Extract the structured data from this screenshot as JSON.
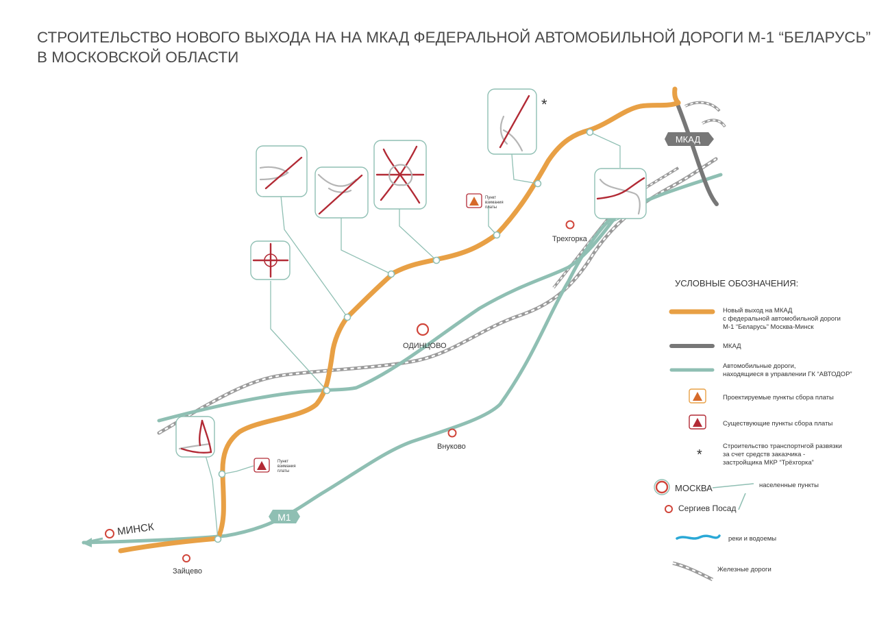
{
  "title": {
    "line1": "СТРОИТЕЛЬСТВО НОВОГО ВЫХОДА НА НА МКАД ФЕДЕРАЛЬНОЙ АВТОМОБИЛЬНОЙ ДОРОГИ М-1 “БЕЛАРУСЬ”",
    "line2": "В МОСКОВСКОЙ ОБЛАСТИ"
  },
  "colors": {
    "new_exit": "#e8a045",
    "mkad": "#777777",
    "autodor": "#8fbfb3",
    "rail": "#9a9a9a",
    "interchange": "#b22a35",
    "river": "#2aa8d6",
    "city_ring": "#d0453a"
  },
  "map": {
    "shield_m1": "M1",
    "shield_mkad": "МКАД",
    "asterisk": "*",
    "places": {
      "minsk": "МИНСК",
      "zaytsevo": "Зайцево",
      "odintsovo": "ОДИНЦОВО",
      "vnukovo": "Внуково",
      "trekhgorka": "Трехгорка"
    },
    "toll_point": {
      "line1": "Пункт",
      "line2": "взимания",
      "line3": "платы"
    }
  },
  "legend": {
    "heading": "УСЛОВНЫЕ ОБОЗНАЧЕНИЯ:",
    "new_exit": [
      "Новый выход на МКАД",
      "с федеральной автомобильной дороги",
      "М-1 “Беларусь” Москва-Минск"
    ],
    "mkad": "МКАД",
    "autodor": [
      "Автомобильные дороги,",
      "находящиеся в управлении ГК “АВТОДОР”"
    ],
    "planned_toll": "Проектируемые пункты сбора платы",
    "existing_toll": "Существующие пункты сбора платы",
    "developer": [
      "Строительство транспортнгой развязки",
      "за счет средств заказчика -",
      "застройщика МКР “Трёхгорка”"
    ],
    "city_big": "МОСКВА",
    "city_small": "Сергиев Посад",
    "settlements": "населенные пункты",
    "rivers": "реки и водоемы",
    "rail": "Железные дороги"
  }
}
